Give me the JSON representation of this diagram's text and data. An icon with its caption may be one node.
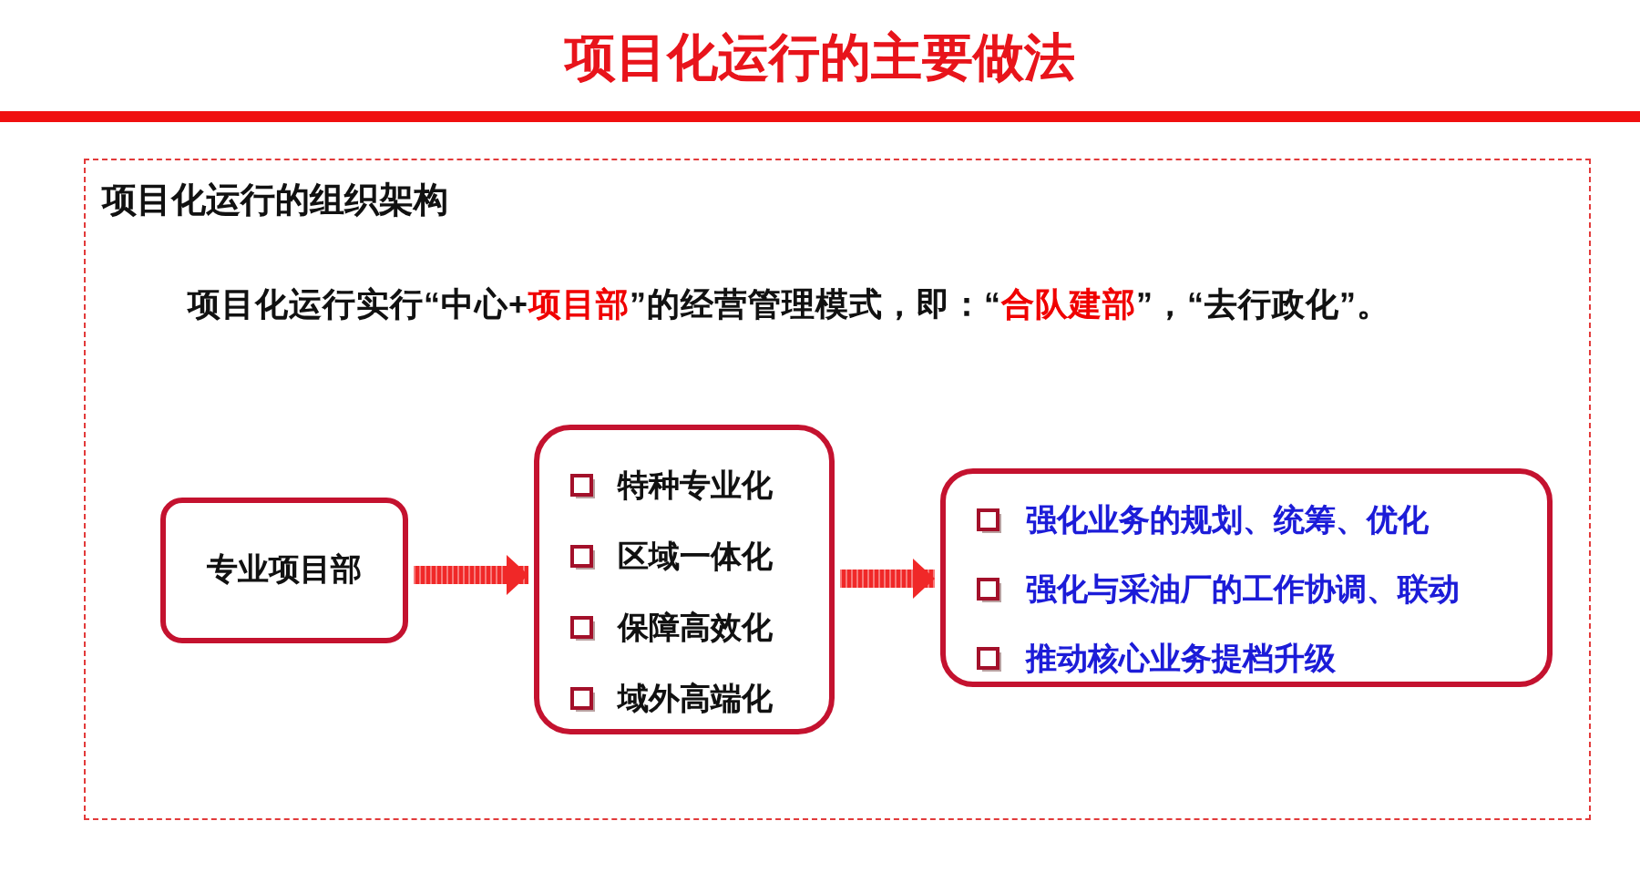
{
  "diagram": {
    "title": "项目化运行的主要做法",
    "nodes": [
      {
        "text": [
          "项目化运行的组织架构",
          "项目化运行实行“中心+**项目部**”的经营管理模式，即：“**合队建部**”，“去行政化”。"
        ]
      },
      {
        "text": [
          "专业项目部"
        ],
        "in": 0
      },
      {
        "text": [
          "特种专业化",
          "区域一体化",
          "保障高效化",
          "域外高端化"
        ],
        "in": 0
      },
      {
        "text": [
          "强化业务的规划、统筹、优化",
          "强化与采油厂的工作协调、联动",
          "推动核心业务提档升级"
        ],
        "in": 0
      }
    ],
    "edges": [
      {
        "from": 1,
        "to": 2,
        "arrow": "to",
        "style": "thick"
      },
      {
        "from": 2,
        "to": 3,
        "arrow": "to",
        "style": "thick"
      }
    ]
  }
}
